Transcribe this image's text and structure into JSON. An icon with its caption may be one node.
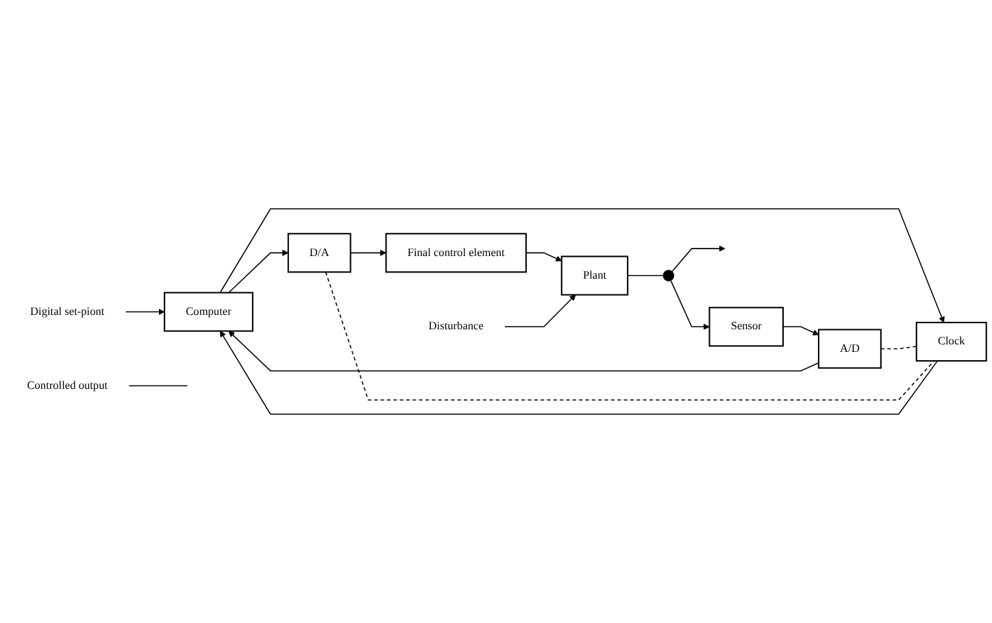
{
  "diagram": {
    "nodes": [
      {
        "text": [
          "Digital set-piont"
        ]
      },
      {
        "text": [
          "A/D"
        ]
      },
      {
        "text": [
          "Computer"
        ]
      },
      {
        "text": [
          "D/A"
        ]
      },
      {
        "text": [
          "Final control element"
        ]
      },
      {
        "text": [
          "Disturbance"
        ]
      },
      {
        "text": [
          "Plant"
        ]
      },
      {
        "text": [
          "Controlled output"
        ]
      },
      {
        "text": [],
        "shape": "circle"
      },
      {
        "text": [
          "Clock"
        ]
      },
      {
        "text": [
          "Sensor"
        ]
      }
    ],
    "edges": [
      {
        "from": 0,
        "to": 2,
        "arrow": "to"
      },
      {
        "from": 1,
        "to": 2,
        "arrow": "to"
      },
      {
        "from": 2,
        "to": 3,
        "arrow": "to"
      },
      {
        "from": 3,
        "to": 4,
        "arrow": "to"
      },
      {
        "from": 4,
        "to": 6,
        "arrow": "to"
      },
      {
        "from": 5,
        "to": 6,
        "arrow": "to"
      },
      {
        "from": 6,
        "to": 8,
        "arrow": "none"
      },
      {
        "from": 8,
        "to": null,
        "arrow": "to"
      },
      {
        "from": 7,
        "to": null,
        "arrow": "none"
      },
      {
        "from": 2,
        "to": 9,
        "arrow": "to"
      },
      {
        "from": 9,
        "to": 2,
        "arrow": "to"
      },
      {
        "from": 1,
        "to": 9,
        "arrow": "none",
        "style": "dashed"
      },
      {
        "from": 3,
        "to": 9,
        "arrow": "none",
        "style": "dashed"
      },
      {
        "from": 8,
        "to": 10,
        "arrow": "to"
      },
      {
        "from": 10,
        "to": 1,
        "arrow": "to"
      }
    ]
  }
}
